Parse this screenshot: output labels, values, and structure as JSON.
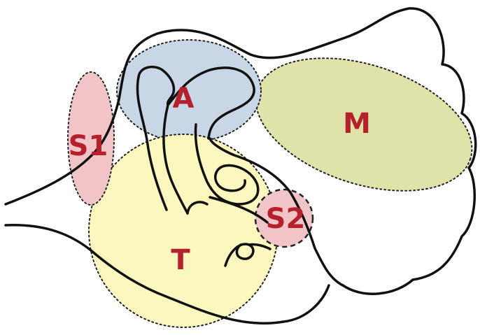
{
  "diagram": {
    "regions": [
      {
        "id": "S1",
        "label": "S1",
        "fill": "#f1c4c8"
      },
      {
        "id": "A",
        "label": "A",
        "fill": "#c9d6e6"
      },
      {
        "id": "M",
        "label": "M",
        "fill": "#dfe3a9"
      },
      {
        "id": "T",
        "label": "T",
        "fill": "#fbf7be"
      },
      {
        "id": "S2",
        "label": "S2",
        "fill": "#f1c4c8"
      }
    ],
    "label_color": "#b5202c",
    "outline_color": "#111111"
  }
}
